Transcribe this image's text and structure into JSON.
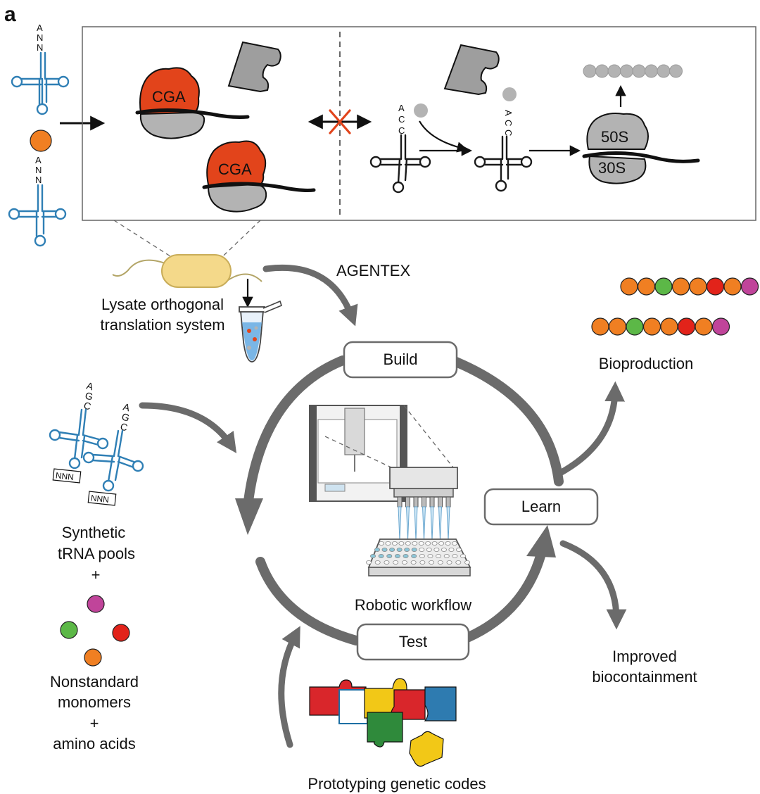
{
  "panel_letter": "a",
  "trna_anticodon_top": [
    "A",
    "N",
    "N"
  ],
  "trna_anticodon_mid": [
    "A",
    "N",
    "N"
  ],
  "ribosome_codon_1": "CGA",
  "ribosome_codon_2": "CGA",
  "trna_acc_1": [
    "A",
    "C",
    "C"
  ],
  "trna_acc_2": [
    "A",
    "C",
    "C"
  ],
  "ribosome_large": "50S",
  "ribosome_small": "30S",
  "lysate_label": [
    "Lysate orthogonal",
    "translation system"
  ],
  "agentex_label": "AGENTEX",
  "cycle": {
    "build": "Build",
    "learn": "Learn",
    "test": "Test",
    "workflow": "Robotic workflow"
  },
  "bioproduction_label": "Bioproduction",
  "synthetic_trna_anticodon": [
    "A",
    "G",
    "C"
  ],
  "nnn_tag": "NNN",
  "synthetic_label": [
    "Synthetic",
    "tRNA pools",
    "+"
  ],
  "monomers_label": [
    "Nonstandard",
    "monomers",
    "+",
    "amino acids"
  ],
  "prototyping_label": "Prototyping genetic codes",
  "biocontainment_label": [
    "Improved",
    "biocontainment"
  ],
  "colors": {
    "orange": "#f07f22",
    "green": "#5cb847",
    "red": "#e2231a",
    "magenta": "#c0449a",
    "ribosome_red": "#e2441b",
    "grey": "#b3b3b3",
    "trna_blue": "#2f7fb5",
    "cycle_grey": "#6b6b6b"
  },
  "chain_top": [
    "orange",
    "orange",
    "green",
    "orange",
    "orange",
    "red",
    "orange",
    "magenta"
  ],
  "chain_bottom": [
    "orange",
    "orange",
    "green",
    "orange",
    "orange",
    "red",
    "orange",
    "magenta"
  ]
}
